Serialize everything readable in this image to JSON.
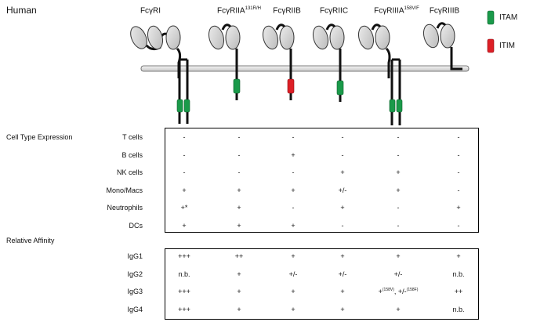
{
  "species_label": "Human",
  "receptors": [
    {
      "base": "FcγRI",
      "sup": ""
    },
    {
      "base": "FcγRIIA",
      "sup": "131R/H"
    },
    {
      "base": "FcγRIIB",
      "sup": ""
    },
    {
      "base": "FcγRIIC",
      "sup": ""
    },
    {
      "base": "FcγRIIIA",
      "sup": "158V/F"
    },
    {
      "base": "FcγRIIIB",
      "sup": ""
    }
  ],
  "legend": {
    "itam_label": "ITAM",
    "itim_label": "ITIM",
    "itam_color": "#1a9a4a",
    "itim_color": "#dd1f26"
  },
  "expression": {
    "section_label": "Cell Type Expression",
    "rows": [
      {
        "label": "T cells",
        "values": [
          "-",
          "-",
          "-",
          "-",
          "-",
          "-"
        ]
      },
      {
        "label": "B cells",
        "values": [
          "-",
          "-",
          "+",
          "-",
          "-",
          "-"
        ]
      },
      {
        "label": "NK cells",
        "values": [
          "-",
          "-",
          "-",
          "+",
          "+",
          "-"
        ]
      },
      {
        "label": "Mono/Macs",
        "values": [
          "+",
          "+",
          "+",
          "+/-",
          "+",
          "-"
        ]
      },
      {
        "label": "Neutrophils",
        "values": [
          "+*",
          "+",
          "-",
          "+",
          "-",
          "+"
        ]
      },
      {
        "label": "DCs",
        "values": [
          "+",
          "+",
          "+",
          "-",
          "-",
          "-"
        ]
      }
    ]
  },
  "affinity": {
    "section_label": "Relative Affinity",
    "rows": [
      {
        "label": "IgG1",
        "values": [
          "+++",
          "++",
          "+",
          "+",
          "+",
          "+"
        ]
      },
      {
        "label": "IgG2",
        "values": [
          "n.b.",
          "+",
          "+/-",
          "+/-",
          "+/-",
          "n.b."
        ]
      },
      {
        "label": "IgG3",
        "values": [
          "+++",
          "+",
          "+",
          "+",
          "",
          "++"
        ]
      },
      {
        "label": "IgG4",
        "values": [
          "+++",
          "+",
          "+",
          "+",
          "+",
          "n.b."
        ]
      }
    ],
    "igg3_fciiia": {
      "v_text": "+",
      "v_sup": "(158V)",
      "sep": ", ",
      "f_text": "+/-",
      "f_sup": "(158F)"
    }
  }
}
